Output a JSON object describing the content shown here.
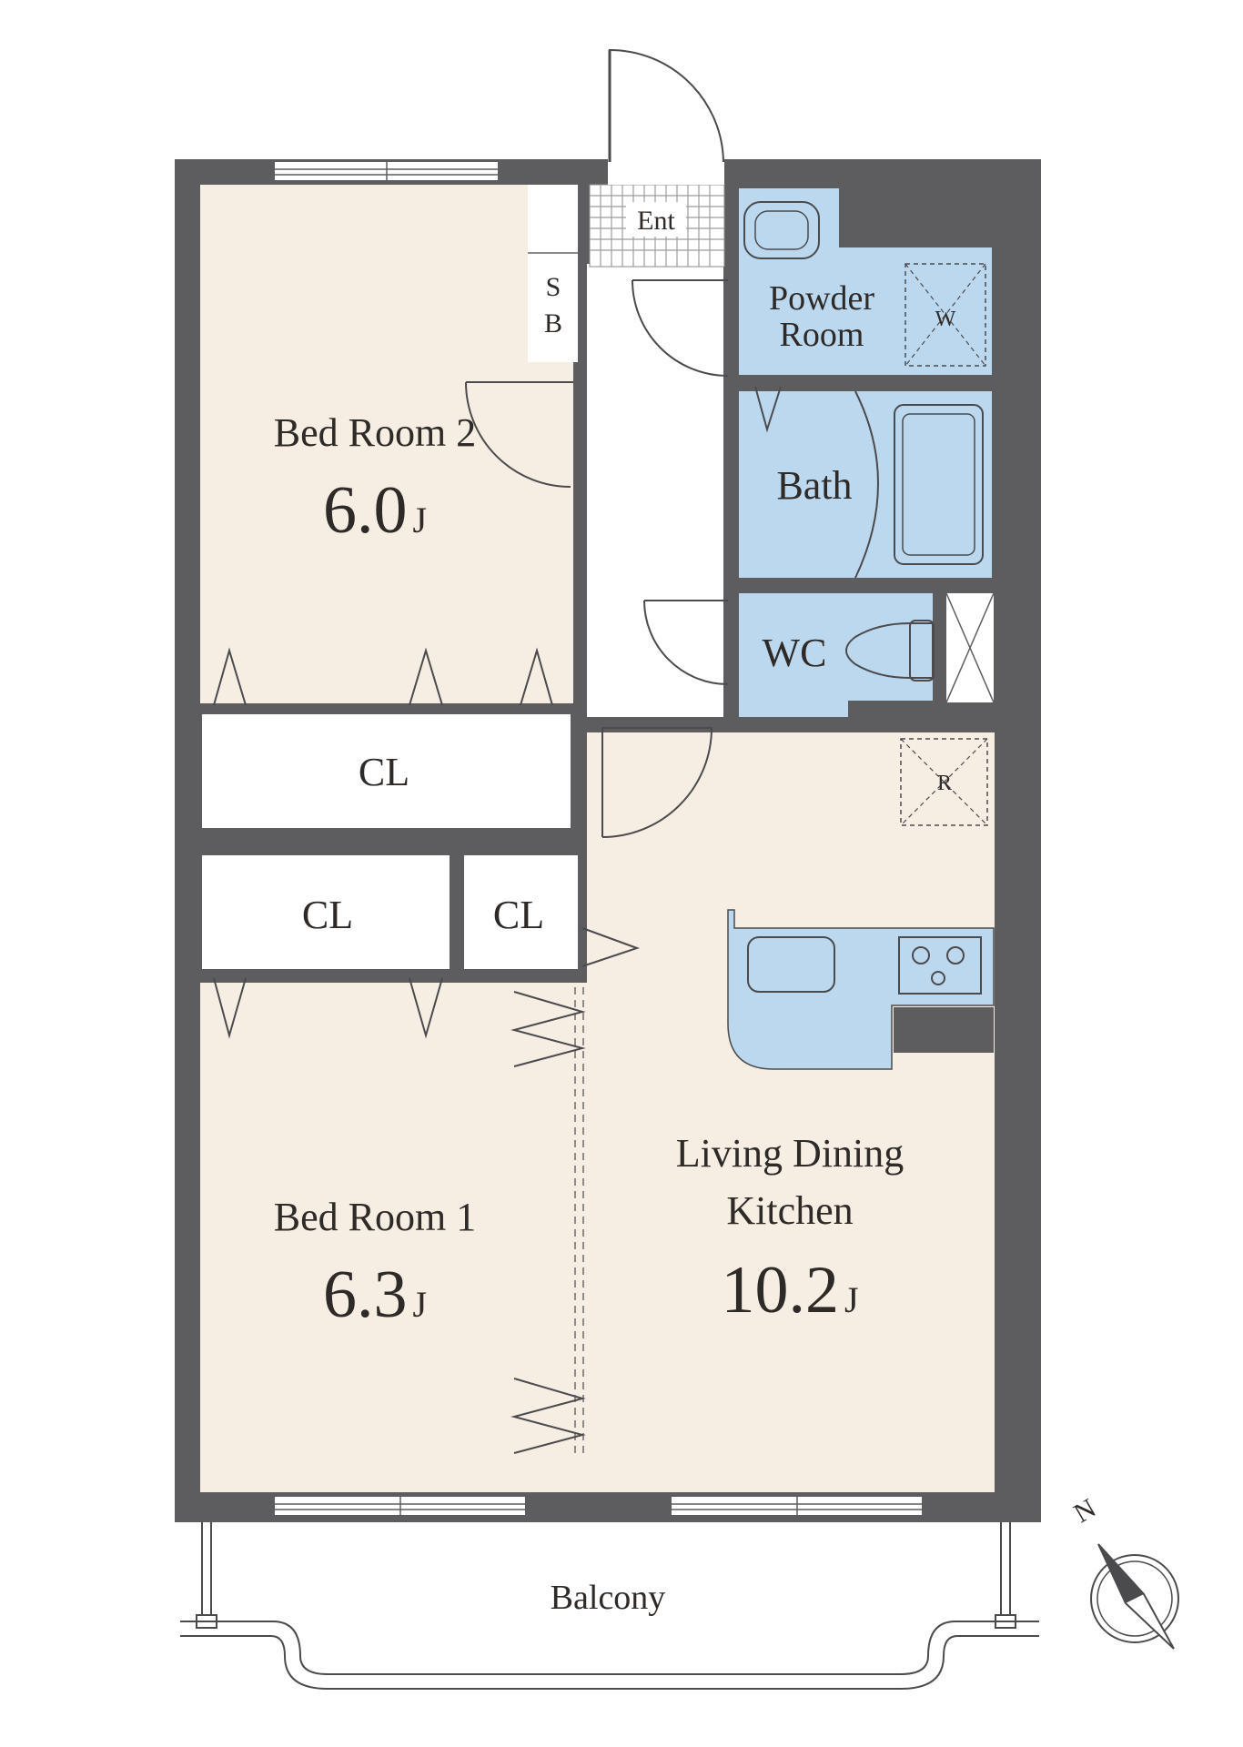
{
  "rooms": {
    "bedroom2": {
      "name": "Bed Room 2",
      "size": "6.0",
      "unit": "J"
    },
    "bedroom1": {
      "name": "Bed Room 1",
      "size": "6.3",
      "unit": "J"
    },
    "ldk": {
      "name_line1": "Living Dining",
      "name_line2": "Kitchen",
      "size": "10.2",
      "unit": "J"
    },
    "closet_long": {
      "name": "CL"
    },
    "closet_left": {
      "name": "CL"
    },
    "closet_small": {
      "name": "CL"
    },
    "shoe_box": {
      "line1": "S",
      "line2": "B"
    },
    "entrance": {
      "name": "Ent"
    },
    "powder_room": {
      "line1": "Powder",
      "line2": "Room"
    },
    "washer": {
      "name": "W"
    },
    "bath": {
      "name": "Bath"
    },
    "wc": {
      "name": "WC"
    },
    "fridge": {
      "name": "R"
    },
    "balcony": {
      "name": "Balcony"
    }
  },
  "compass": {
    "label": "N",
    "icon": "compass-north-icon"
  },
  "colors": {
    "wall": "#5d5d5f",
    "room_floor": "#f6ede3",
    "wet_area": "#bcd8ee",
    "closet": "#ffffff",
    "line": "#4b4b4d"
  }
}
